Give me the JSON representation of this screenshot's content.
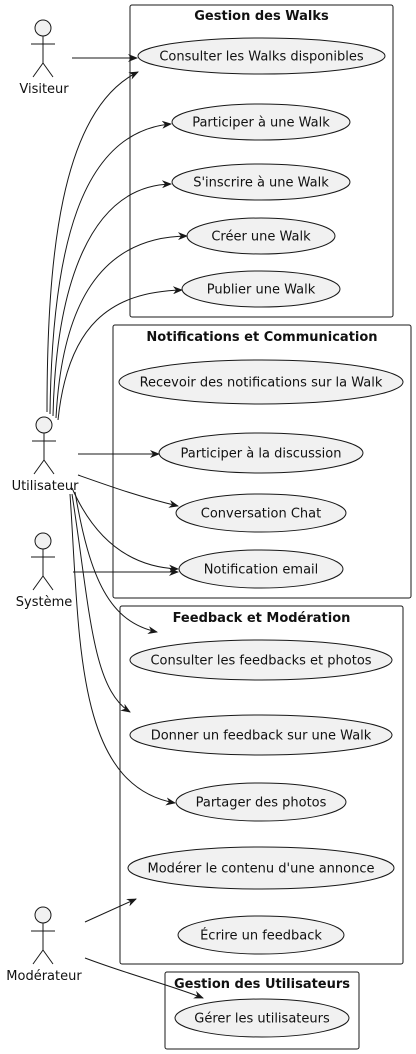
{
  "actors": {
    "visiteur": "Visiteur",
    "utilisateur": "Utilisateur",
    "systeme": "Système",
    "moderateur": "Modérateur"
  },
  "packages": {
    "walks": {
      "title": "Gestion des Walks",
      "use_cases": [
        "Consulter les Walks disponibles",
        "Participer à une Walk",
        "S'inscrire à une Walk",
        "Créer une Walk",
        "Publier une Walk"
      ]
    },
    "notifications": {
      "title": "Notifications et Communication",
      "use_cases": [
        "Recevoir des notifications sur la Walk",
        "Participer à la discussion",
        "Conversation Chat",
        "Notification email"
      ]
    },
    "feedback": {
      "title": "Feedback et Modération",
      "use_cases": [
        "Consulter les feedbacks et photos",
        "Donner un feedback sur une Walk",
        "Partager des photos",
        "Modérer le contenu d'une annonce",
        "Écrire un feedback"
      ]
    },
    "users": {
      "title": "Gestion des Utilisateurs",
      "use_cases": [
        "Gérer les utilisateurs"
      ]
    }
  },
  "colors": {
    "usecase_fill": "#f1f1f1",
    "stroke": "#181818",
    "arrow": "#181818"
  }
}
